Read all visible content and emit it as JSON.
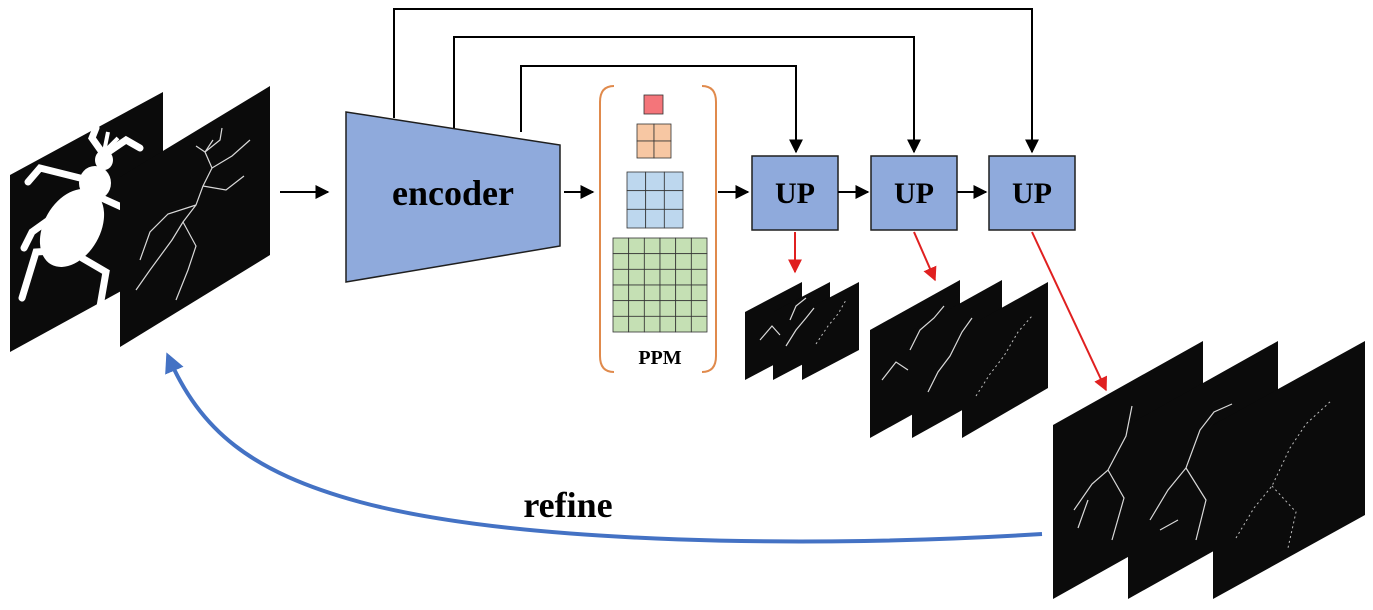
{
  "labels": {
    "encoder": "encoder",
    "up_1": "UP",
    "up_2": "UP",
    "up_3": "UP",
    "ppm": "PPM",
    "refine": "refine"
  },
  "ppm_grids": [
    1,
    2,
    3,
    6
  ],
  "colors": {
    "encoder_fill": "#8faadc",
    "up_fill": "#8faadc",
    "ppm_bracket": "#e08a4c",
    "grid_1": "#f4757a",
    "grid_2": "#f7c7a3",
    "grid_3": "#bdd7ee",
    "grid_6": "#c5e0b4",
    "refine_arrow": "#4472c4",
    "output_arrows": "#e02020",
    "wires": "#000000",
    "masks": "#0b0b0b"
  }
}
